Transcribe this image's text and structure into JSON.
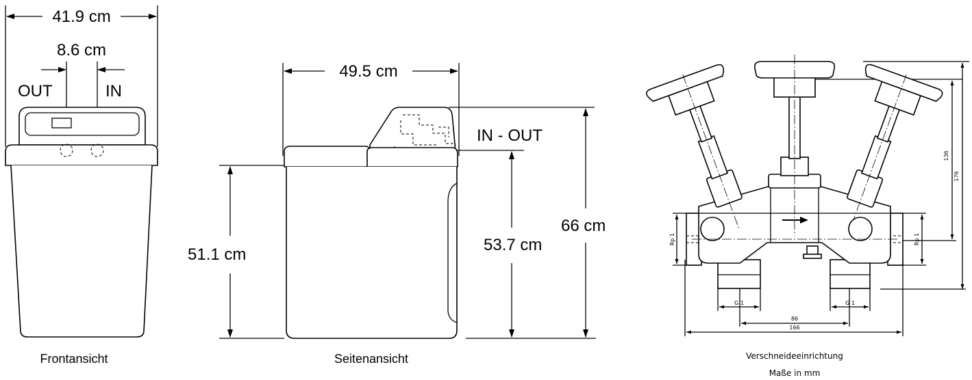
{
  "front": {
    "width": "41.9 cm",
    "port_spacing": "8.6 cm",
    "out": "OUT",
    "in": "IN",
    "caption": "Frontansicht"
  },
  "side": {
    "depth": "49.5 cm",
    "in_out": "IN - OUT",
    "height_body": "51.1 cm",
    "height_ports": "53.7 cm",
    "height_total": "66 cm",
    "caption": "Seitenansicht"
  },
  "valve": {
    "dim_136": "136",
    "dim_176": "176",
    "rp_left": "Rp 1",
    "rp_right": "Rp 1",
    "g_left": "G 1",
    "g_right": "G 1",
    "dim_86": "86",
    "dim_166": "166",
    "caption_line1": "Verschneideeinrichtung",
    "caption_line2": "Maße in mm"
  }
}
